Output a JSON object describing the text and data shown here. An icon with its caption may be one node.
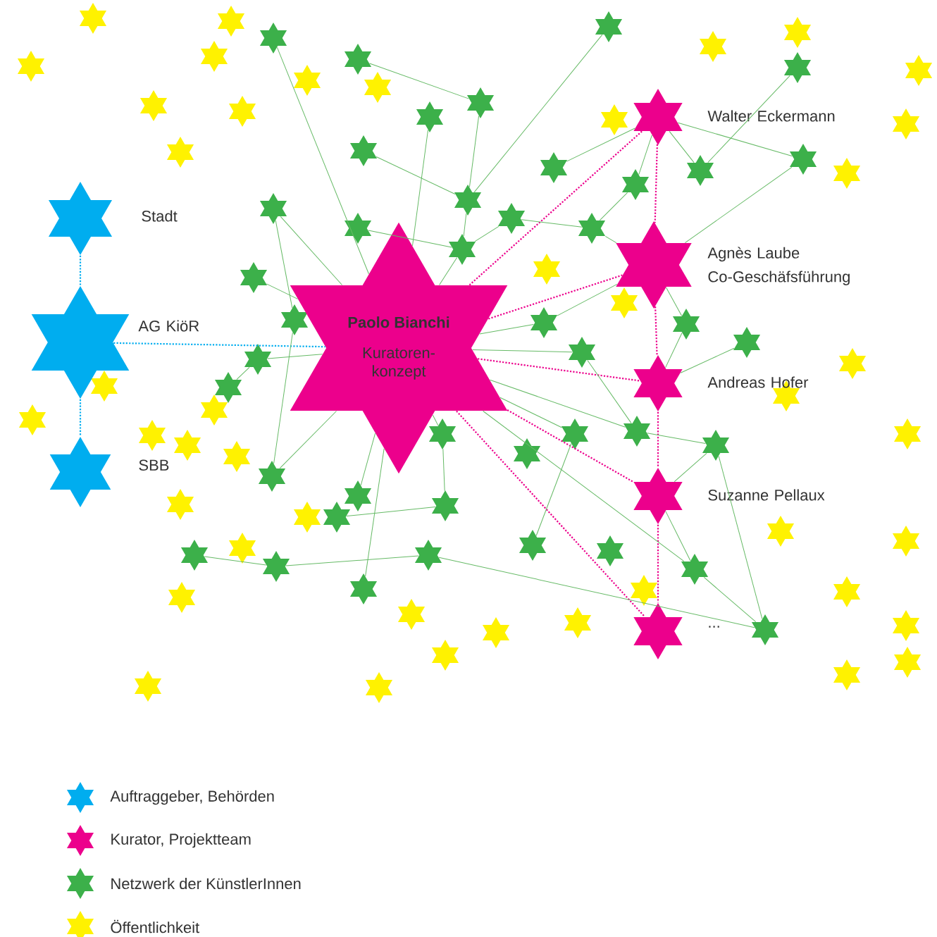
{
  "diagram": {
    "nodes": [
      {
        "text": [
          "Stadt"
        ]
      },
      {
        "text": [
          "AG KiöR"
        ]
      },
      {
        "text": [
          "SBB"
        ]
      },
      {
        "text": [
          "Paolo Bianchi",
          "Kuratoren-konzept"
        ]
      },
      {
        "text": [
          "Walter Eckermann"
        ]
      },
      {
        "text": [
          "Agnès Laube",
          "Co-Geschäfsführung"
        ]
      },
      {
        "text": [
          "Andreas Hofer"
        ]
      },
      {
        "text": [
          "Suzanne Pellaux"
        ]
      },
      {
        "text": [
          "..."
        ]
      },
      {
        "text": [],
        "shape": "star"
      },
      {
        "text": [],
        "shape": "star"
      },
      {
        "text": [],
        "shape": "star"
      },
      {
        "text": [],
        "shape": "star"
      },
      {
        "text": [],
        "shape": "star"
      },
      {
        "text": [],
        "shape": "star"
      },
      {
        "text": [],
        "shape": "star"
      },
      {
        "text": [],
        "shape": "star"
      },
      {
        "text": [],
        "shape": "star"
      },
      {
        "text": [],
        "shape": "star"
      },
      {
        "text": [],
        "shape": "star"
      },
      {
        "text": [],
        "shape": "star"
      },
      {
        "text": [],
        "shape": "star"
      },
      {
        "text": [],
        "shape": "star"
      },
      {
        "text": [],
        "shape": "star"
      },
      {
        "text": [],
        "shape": "star"
      },
      {
        "text": [],
        "shape": "star"
      },
      {
        "text": [],
        "shape": "star"
      },
      {
        "text": [],
        "shape": "star"
      },
      {
        "text": [],
        "shape": "star"
      },
      {
        "text": [],
        "shape": "star"
      },
      {
        "text": [],
        "shape": "star"
      },
      {
        "text": [],
        "shape": "star"
      },
      {
        "text": [],
        "shape": "star"
      },
      {
        "text": [],
        "shape": "star"
      },
      {
        "text": [],
        "shape": "star"
      },
      {
        "text": [],
        "shape": "star"
      },
      {
        "text": [],
        "shape": "star"
      },
      {
        "text": [],
        "shape": "star"
      },
      {
        "text": [],
        "shape": "star"
      },
      {
        "text": [],
        "shape": "star"
      },
      {
        "text": [],
        "shape": "star"
      },
      {
        "text": [],
        "shape": "star"
      },
      {
        "text": [],
        "shape": "star"
      },
      {
        "text": [],
        "shape": "star"
      },
      {
        "text": [],
        "shape": "star"
      },
      {
        "text": [],
        "shape": "star"
      },
      {
        "text": [],
        "shape": "star"
      },
      {
        "text": [],
        "shape": "star"
      },
      {
        "text": [],
        "shape": "star"
      },
      {
        "text": [],
        "shape": "star"
      },
      {
        "text": [],
        "shape": "star"
      },
      {
        "text": [],
        "shape": "star"
      },
      {
        "text": [],
        "shape": "star"
      },
      {
        "text": [],
        "shape": "star"
      },
      {
        "text": [],
        "shape": "star"
      },
      {
        "text": [],
        "shape": "star"
      },
      {
        "text": [],
        "shape": "star"
      },
      {
        "text": [],
        "shape": "star"
      },
      {
        "text": [],
        "shape": "star"
      },
      {
        "text": [],
        "shape": "star"
      },
      {
        "text": [],
        "shape": "star"
      },
      {
        "text": [],
        "shape": "star"
      },
      {
        "text": [],
        "shape": "star"
      },
      {
        "text": [],
        "shape": "star"
      },
      {
        "text": [],
        "shape": "star"
      },
      {
        "text": [],
        "shape": "star"
      },
      {
        "text": [],
        "shape": "star"
      },
      {
        "text": [],
        "shape": "star"
      },
      {
        "text": [],
        "shape": "star"
      },
      {
        "text": [],
        "shape": "star"
      },
      {
        "text": [],
        "shape": "star"
      },
      {
        "text": [],
        "shape": "star"
      },
      {
        "text": [],
        "shape": "star"
      },
      {
        "text": [],
        "shape": "star"
      },
      {
        "text": [],
        "shape": "star"
      },
      {
        "text": [],
        "shape": "star"
      },
      {
        "text": [],
        "shape": "star"
      },
      {
        "text": [],
        "shape": "star"
      },
      {
        "text": [],
        "shape": "star"
      },
      {
        "text": [],
        "shape": "star"
      },
      {
        "text": [],
        "shape": "star"
      },
      {
        "text": [],
        "shape": "star"
      },
      {
        "text": [],
        "shape": "star"
      },
      {
        "text": [],
        "shape": "star"
      },
      {
        "text": [],
        "shape": "star"
      },
      {
        "text": [],
        "shape": "star"
      },
      {
        "text": [],
        "shape": "star"
      },
      {
        "text": [],
        "shape": "star"
      },
      {
        "text": [],
        "shape": "star"
      },
      {
        "text": [],
        "shape": "star"
      },
      {
        "text": [],
        "shape": "star"
      },
      {
        "text": [],
        "shape": "star"
      },
      {
        "text": [],
        "shape": "star"
      },
      {
        "text": [],
        "shape": "star"
      }
    ],
    "edges": [
      {
        "from": 0,
        "to": 1,
        "arrow": "none",
        "style": "dashed",
        "color": "#00adef"
      },
      {
        "from": 1,
        "to": 2,
        "arrow": "none",
        "style": "dashed",
        "color": "#00adef"
      },
      {
        "from": 1,
        "to": 3,
        "arrow": "none",
        "style": "dashed",
        "color": "#00adef"
      },
      {
        "from": 3,
        "to": 4,
        "arrow": "none",
        "style": "dashed",
        "color": "#ec008c"
      },
      {
        "from": 3,
        "to": 5,
        "arrow": "none",
        "style": "dashed",
        "color": "#ec008c"
      },
      {
        "from": 3,
        "to": 6,
        "arrow": "none",
        "style": "dashed",
        "color": "#ec008c"
      },
      {
        "from": 3,
        "to": 7,
        "arrow": "none",
        "style": "dashed",
        "color": "#ec008c"
      },
      {
        "from": 3,
        "to": 8,
        "arrow": "none",
        "style": "dashed",
        "color": "#ec008c"
      },
      {
        "from": 4,
        "to": 5,
        "arrow": "none",
        "style": "dashed",
        "color": "#ec008c"
      },
      {
        "from": 5,
        "to": 6,
        "arrow": "none",
        "style": "dashed",
        "color": "#ec008c"
      },
      {
        "from": 6,
        "to": 7,
        "arrow": "none",
        "style": "dashed",
        "color": "#ec008c"
      },
      {
        "from": 7,
        "to": 8,
        "arrow": "none",
        "style": "dashed",
        "color": "#ec008c"
      },
      {
        "from": 9,
        "to": 3,
        "arrow": "none"
      },
      {
        "from": 10,
        "to": 12,
        "arrow": "none"
      },
      {
        "from": 12,
        "to": 20,
        "arrow": "none"
      },
      {
        "from": 15,
        "to": 3,
        "arrow": "none"
      },
      {
        "from": 14,
        "to": 20,
        "arrow": "none"
      },
      {
        "from": 20,
        "to": 25,
        "arrow": "none"
      },
      {
        "from": 24,
        "to": 25,
        "arrow": "none"
      },
      {
        "from": 25,
        "to": 3,
        "arrow": "none"
      },
      {
        "from": 23,
        "to": 27,
        "arrow": "none"
      },
      {
        "from": 23,
        "to": 3,
        "arrow": "none"
      },
      {
        "from": 27,
        "to": 34,
        "arrow": "none"
      },
      {
        "from": 26,
        "to": 3,
        "arrow": "none"
      },
      {
        "from": 32,
        "to": 33,
        "arrow": "none"
      },
      {
        "from": 32,
        "to": 3,
        "arrow": "none"
      },
      {
        "from": 34,
        "to": 3,
        "arrow": "none"
      },
      {
        "from": 3,
        "to": 35,
        "arrow": "none"
      },
      {
        "from": 35,
        "to": 42,
        "arrow": "none"
      },
      {
        "from": 42,
        "to": 41,
        "arrow": "none"
      },
      {
        "from": 3,
        "to": 40,
        "arrow": "none"
      },
      {
        "from": 3,
        "to": 49,
        "arrow": "none"
      },
      {
        "from": 46,
        "to": 47,
        "arrow": "none"
      },
      {
        "from": 47,
        "to": 48,
        "arrow": "none"
      },
      {
        "from": 48,
        "to": 50,
        "arrow": "none"
      },
      {
        "from": 11,
        "to": 20,
        "arrow": "none"
      },
      {
        "from": 4,
        "to": 16,
        "arrow": "none"
      },
      {
        "from": 4,
        "to": 18,
        "arrow": "none"
      },
      {
        "from": 4,
        "to": 17,
        "arrow": "none"
      },
      {
        "from": 13,
        "to": 17,
        "arrow": "none"
      },
      {
        "from": 4,
        "to": 19,
        "arrow": "none"
      },
      {
        "from": 19,
        "to": 22,
        "arrow": "none"
      },
      {
        "from": 21,
        "to": 22,
        "arrow": "none"
      },
      {
        "from": 21,
        "to": 25,
        "arrow": "none"
      },
      {
        "from": 22,
        "to": 5,
        "arrow": "none"
      },
      {
        "from": 18,
        "to": 5,
        "arrow": "none"
      },
      {
        "from": 5,
        "to": 29,
        "arrow": "none"
      },
      {
        "from": 5,
        "to": 28,
        "arrow": "none"
      },
      {
        "from": 28,
        "to": 3,
        "arrow": "none"
      },
      {
        "from": 29,
        "to": 6,
        "arrow": "none"
      },
      {
        "from": 30,
        "to": 6,
        "arrow": "none"
      },
      {
        "from": 3,
        "to": 31,
        "arrow": "none"
      },
      {
        "from": 31,
        "to": 37,
        "arrow": "none"
      },
      {
        "from": 3,
        "to": 37,
        "arrow": "none"
      },
      {
        "from": 37,
        "to": 39,
        "arrow": "none"
      },
      {
        "from": 39,
        "to": 7,
        "arrow": "none"
      },
      {
        "from": 39,
        "to": 50,
        "arrow": "none"
      },
      {
        "from": 7,
        "to": 45,
        "arrow": "none"
      },
      {
        "from": 45,
        "to": 50,
        "arrow": "none"
      },
      {
        "from": 3,
        "to": 45,
        "arrow": "none"
      },
      {
        "from": 3,
        "to": 36,
        "arrow": "none"
      },
      {
        "from": 36,
        "to": 43,
        "arrow": "none"
      }
    ],
    "legend": [
      {
        "text": "Auftraggeber, Behörden",
        "color": "#00adef"
      },
      {
        "text": "Kurator, Projektteam",
        "color": "#ec008c"
      },
      {
        "text": "Netzwerk der KünstlerInnen",
        "color": "#3cb04a"
      },
      {
        "text": "Öffentlichkeit",
        "color": "#fff200"
      }
    ]
  }
}
